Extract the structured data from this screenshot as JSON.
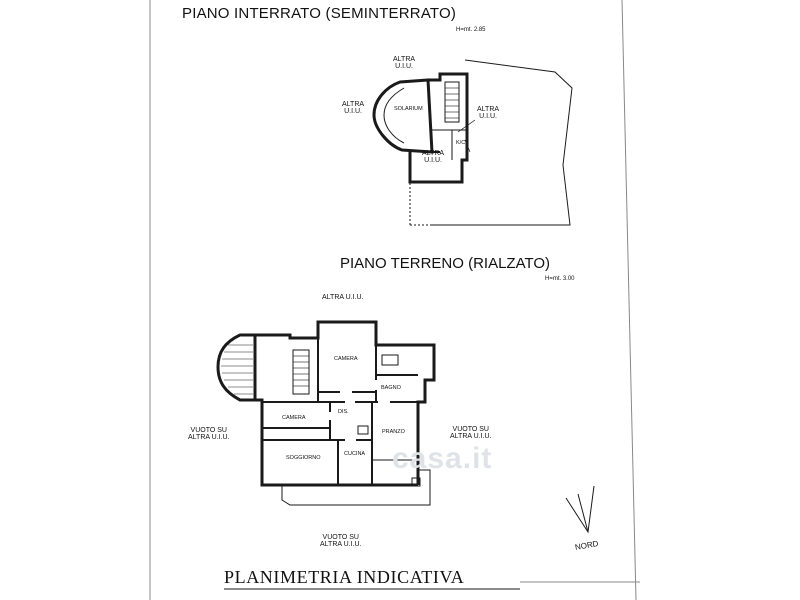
{
  "titles": {
    "basement": "PIANO INTERRATO (SEMINTERRATO)",
    "basement_height": "H=mt. 2.85",
    "ground": "PIANO TERRENO (RIALZATO)",
    "ground_height": "H=mt. 3.00",
    "footer": "PLANIMETRIA INDICATIVA"
  },
  "basement": {
    "labels": {
      "altra_top": [
        "ALTRA",
        "U.I.U."
      ],
      "altra_left": [
        "ALTRA",
        "U.I.U."
      ],
      "altra_right": [
        "ALTRA",
        "U.I.U."
      ],
      "altra_bottom": [
        "ALTRA",
        "U.I.U."
      ]
    },
    "rooms": {
      "solarium": "SOLARIUM",
      "kc": "K/C"
    }
  },
  "ground": {
    "labels": {
      "altra_top": "ALTRA U.I.U.",
      "vuoto_left": [
        "VUOTO SU",
        "ALTRA U.I.U."
      ],
      "vuoto_right": [
        "VUOTO SU",
        "ALTRA U.I.U."
      ],
      "vuoto_bottom": [
        "VUOTO SU",
        "ALTRA U.I.U."
      ]
    },
    "rooms": {
      "camera1": "CAMERA",
      "bagno": "BAGNO",
      "camera2": "CAMERA",
      "dis": "DIS.",
      "pranzo": "PRANZO",
      "soggiorno": "SOGGIORNO",
      "cucina": "CUCINA"
    }
  },
  "compass": "NORD",
  "watermark": "casa.it",
  "colors": {
    "line": "#1a1a1a",
    "thin": "#777777",
    "watermark": "#dfe3e8"
  }
}
